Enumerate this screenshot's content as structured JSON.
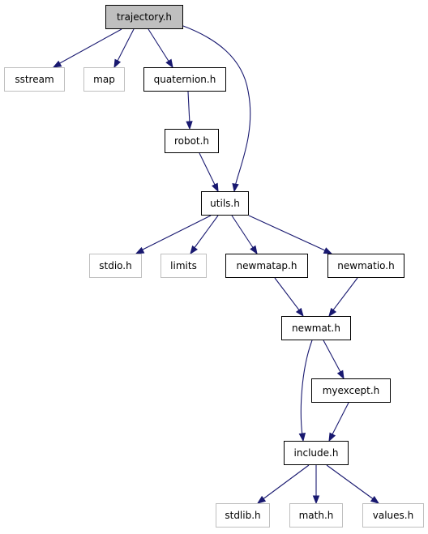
{
  "diagram": {
    "colors": {
      "edge": "#191970",
      "current_fill": "#bfbfbf",
      "internal_border": "#000000",
      "external_border": "#bfbfbf"
    },
    "nodes": [
      {
        "id": "trajectory",
        "label": "trajectory.h",
        "kind": "current"
      },
      {
        "id": "sstream",
        "label": "sstream",
        "kind": "external"
      },
      {
        "id": "map",
        "label": "map",
        "kind": "external"
      },
      {
        "id": "quaternion",
        "label": "quaternion.h",
        "kind": "internal"
      },
      {
        "id": "robot",
        "label": "robot.h",
        "kind": "internal"
      },
      {
        "id": "utils",
        "label": "utils.h",
        "kind": "internal"
      },
      {
        "id": "stdio",
        "label": "stdio.h",
        "kind": "external"
      },
      {
        "id": "limits",
        "label": "limits",
        "kind": "external"
      },
      {
        "id": "newmatap",
        "label": "newmatap.h",
        "kind": "internal"
      },
      {
        "id": "newmatio",
        "label": "newmatio.h",
        "kind": "internal"
      },
      {
        "id": "newmat",
        "label": "newmat.h",
        "kind": "internal"
      },
      {
        "id": "myexcept",
        "label": "myexcept.h",
        "kind": "internal"
      },
      {
        "id": "include",
        "label": "include.h",
        "kind": "internal"
      },
      {
        "id": "stdlib",
        "label": "stdlib.h",
        "kind": "external"
      },
      {
        "id": "math",
        "label": "math.h",
        "kind": "external"
      },
      {
        "id": "values",
        "label": "values.h",
        "kind": "external"
      }
    ],
    "edges": [
      {
        "from": "trajectory",
        "to": "sstream"
      },
      {
        "from": "trajectory",
        "to": "map"
      },
      {
        "from": "trajectory",
        "to": "quaternion"
      },
      {
        "from": "trajectory",
        "to": "utils"
      },
      {
        "from": "quaternion",
        "to": "robot"
      },
      {
        "from": "robot",
        "to": "utils"
      },
      {
        "from": "utils",
        "to": "stdio"
      },
      {
        "from": "utils",
        "to": "limits"
      },
      {
        "from": "utils",
        "to": "newmatap"
      },
      {
        "from": "utils",
        "to": "newmatio"
      },
      {
        "from": "newmatap",
        "to": "newmat"
      },
      {
        "from": "newmatio",
        "to": "newmat"
      },
      {
        "from": "newmat",
        "to": "myexcept"
      },
      {
        "from": "newmat",
        "to": "include"
      },
      {
        "from": "myexcept",
        "to": "include"
      },
      {
        "from": "include",
        "to": "stdlib"
      },
      {
        "from": "include",
        "to": "math"
      },
      {
        "from": "include",
        "to": "values"
      }
    ]
  }
}
